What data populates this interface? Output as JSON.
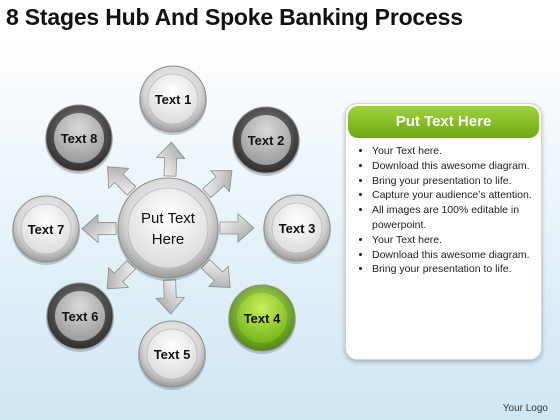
{
  "title": "8 Stages Hub And Spoke Banking Process",
  "hub": {
    "label_line1": "Put Text",
    "label_line2": "Here"
  },
  "nodes": [
    {
      "label": "Text 1",
      "style": "light"
    },
    {
      "label": "Text 2",
      "style": "dark"
    },
    {
      "label": "Text 3",
      "style": "light"
    },
    {
      "label": "Text 4",
      "style": "green"
    },
    {
      "label": "Text 5",
      "style": "light"
    },
    {
      "label": "Text 6",
      "style": "dark"
    },
    {
      "label": "Text 7",
      "style": "light"
    },
    {
      "label": "Text 8",
      "style": "dark"
    }
  ],
  "panel": {
    "heading": "Put Text Here",
    "bullets": [
      "Your Text here.",
      "Download this awesome diagram.",
      "Bring your presentation to life.",
      "Capture your audience’s attention.",
      "All images are 100% editable in powerpoint.",
      "Your Text here.",
      "Download this awesome diagram.",
      "Bring your presentation to life."
    ]
  },
  "logo": "Your Logo",
  "colors": {
    "accent_green": "#8cc63f",
    "dark_node": "#5a5a5a",
    "light_node": "#e6e6e6"
  }
}
